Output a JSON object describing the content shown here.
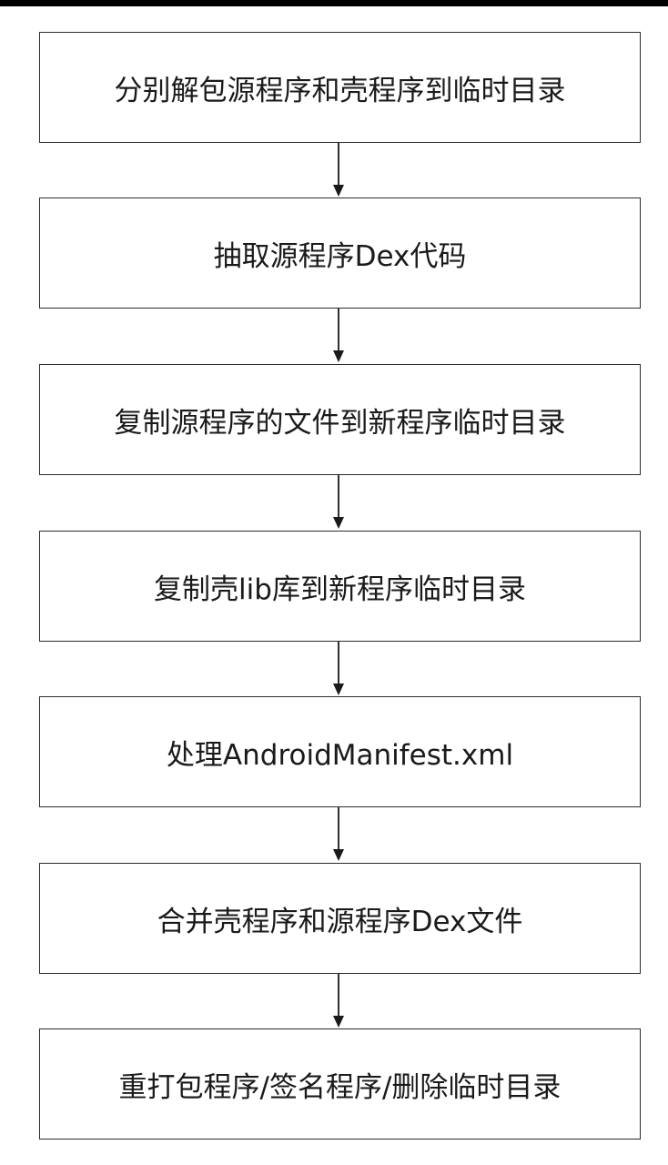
{
  "steps": [
    "分别解包源程序和壳程序到临时目录",
    "抽取源程序Dex代码",
    "复制源程序的文件到新程序临时目录",
    "复制壳lib库到新程序临时目录",
    "处理AndroidManifest.xml",
    "合并壳程序和源程序Dex文件",
    "重打包程序/签名程序/删除临时目录"
  ],
  "colors": {
    "border": "#2b2b2b",
    "text": "#1a1a1a",
    "arrow": "#1a1a1a",
    "top_bar": "#000000"
  }
}
